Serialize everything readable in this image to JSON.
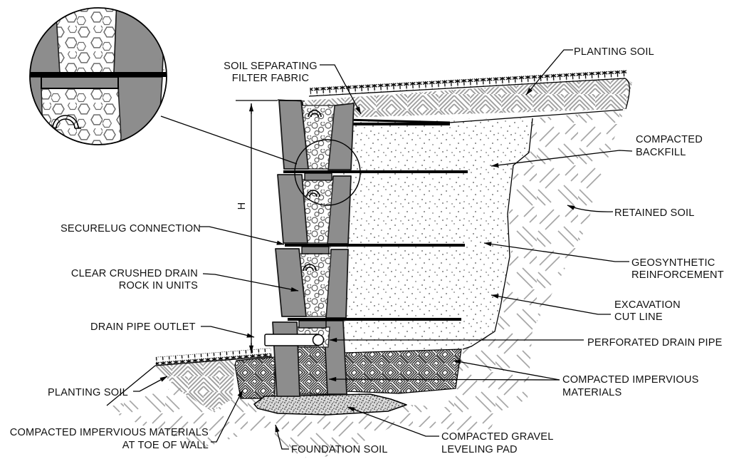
{
  "labels": {
    "soil_separating_filter_fabric": {
      "line1": "SOIL SEPARATING",
      "line2": "FILTER FABRIC"
    },
    "planting_soil_top": "PLANTING SOIL",
    "compacted_backfill": {
      "line1": "COMPACTED",
      "line2": "BACKFILL"
    },
    "retained_soil": "RETAINED SOIL",
    "geosynthetic_reinforcement": {
      "line1": "GEOSYNTHETIC",
      "line2": "REINFORCEMENT"
    },
    "excavation_cut_line": {
      "line1": "EXCAVATION",
      "line2": "CUT LINE"
    },
    "perforated_drain_pipe": "PERFORATED DRAIN PIPE",
    "compacted_impervious_materials": {
      "line1": "COMPACTED IMPERVIOUS",
      "line2": "MATERIALS"
    },
    "securelug_connection": "SECURELUG CONNECTION",
    "clear_crushed_drain_rock": {
      "line1": "CLEAR CRUSHED DRAIN",
      "line2": "ROCK IN UNITS"
    },
    "drain_pipe_outlet": "DRAIN PIPE OUTLET",
    "planting_soil_bottom": "PLANTING SOIL",
    "toe_impervious": {
      "line1": "COMPACTED IMPERVIOUS MATERIALS",
      "line2": "AT TOE OF WALL"
    },
    "foundation_soil": "FOUNDATION SOIL",
    "gravel_leveling_pad": {
      "line1": "COMPACTED GRAVEL",
      "line2": "LEVELING PAD"
    },
    "wall_height_dimension": "H"
  },
  "colors": {
    "block_gray": "#8d8d8d",
    "lug_gray": "#858585",
    "line_black": "#000000",
    "hatch_gray": "#9e9e9e",
    "background": "#ffffff"
  }
}
